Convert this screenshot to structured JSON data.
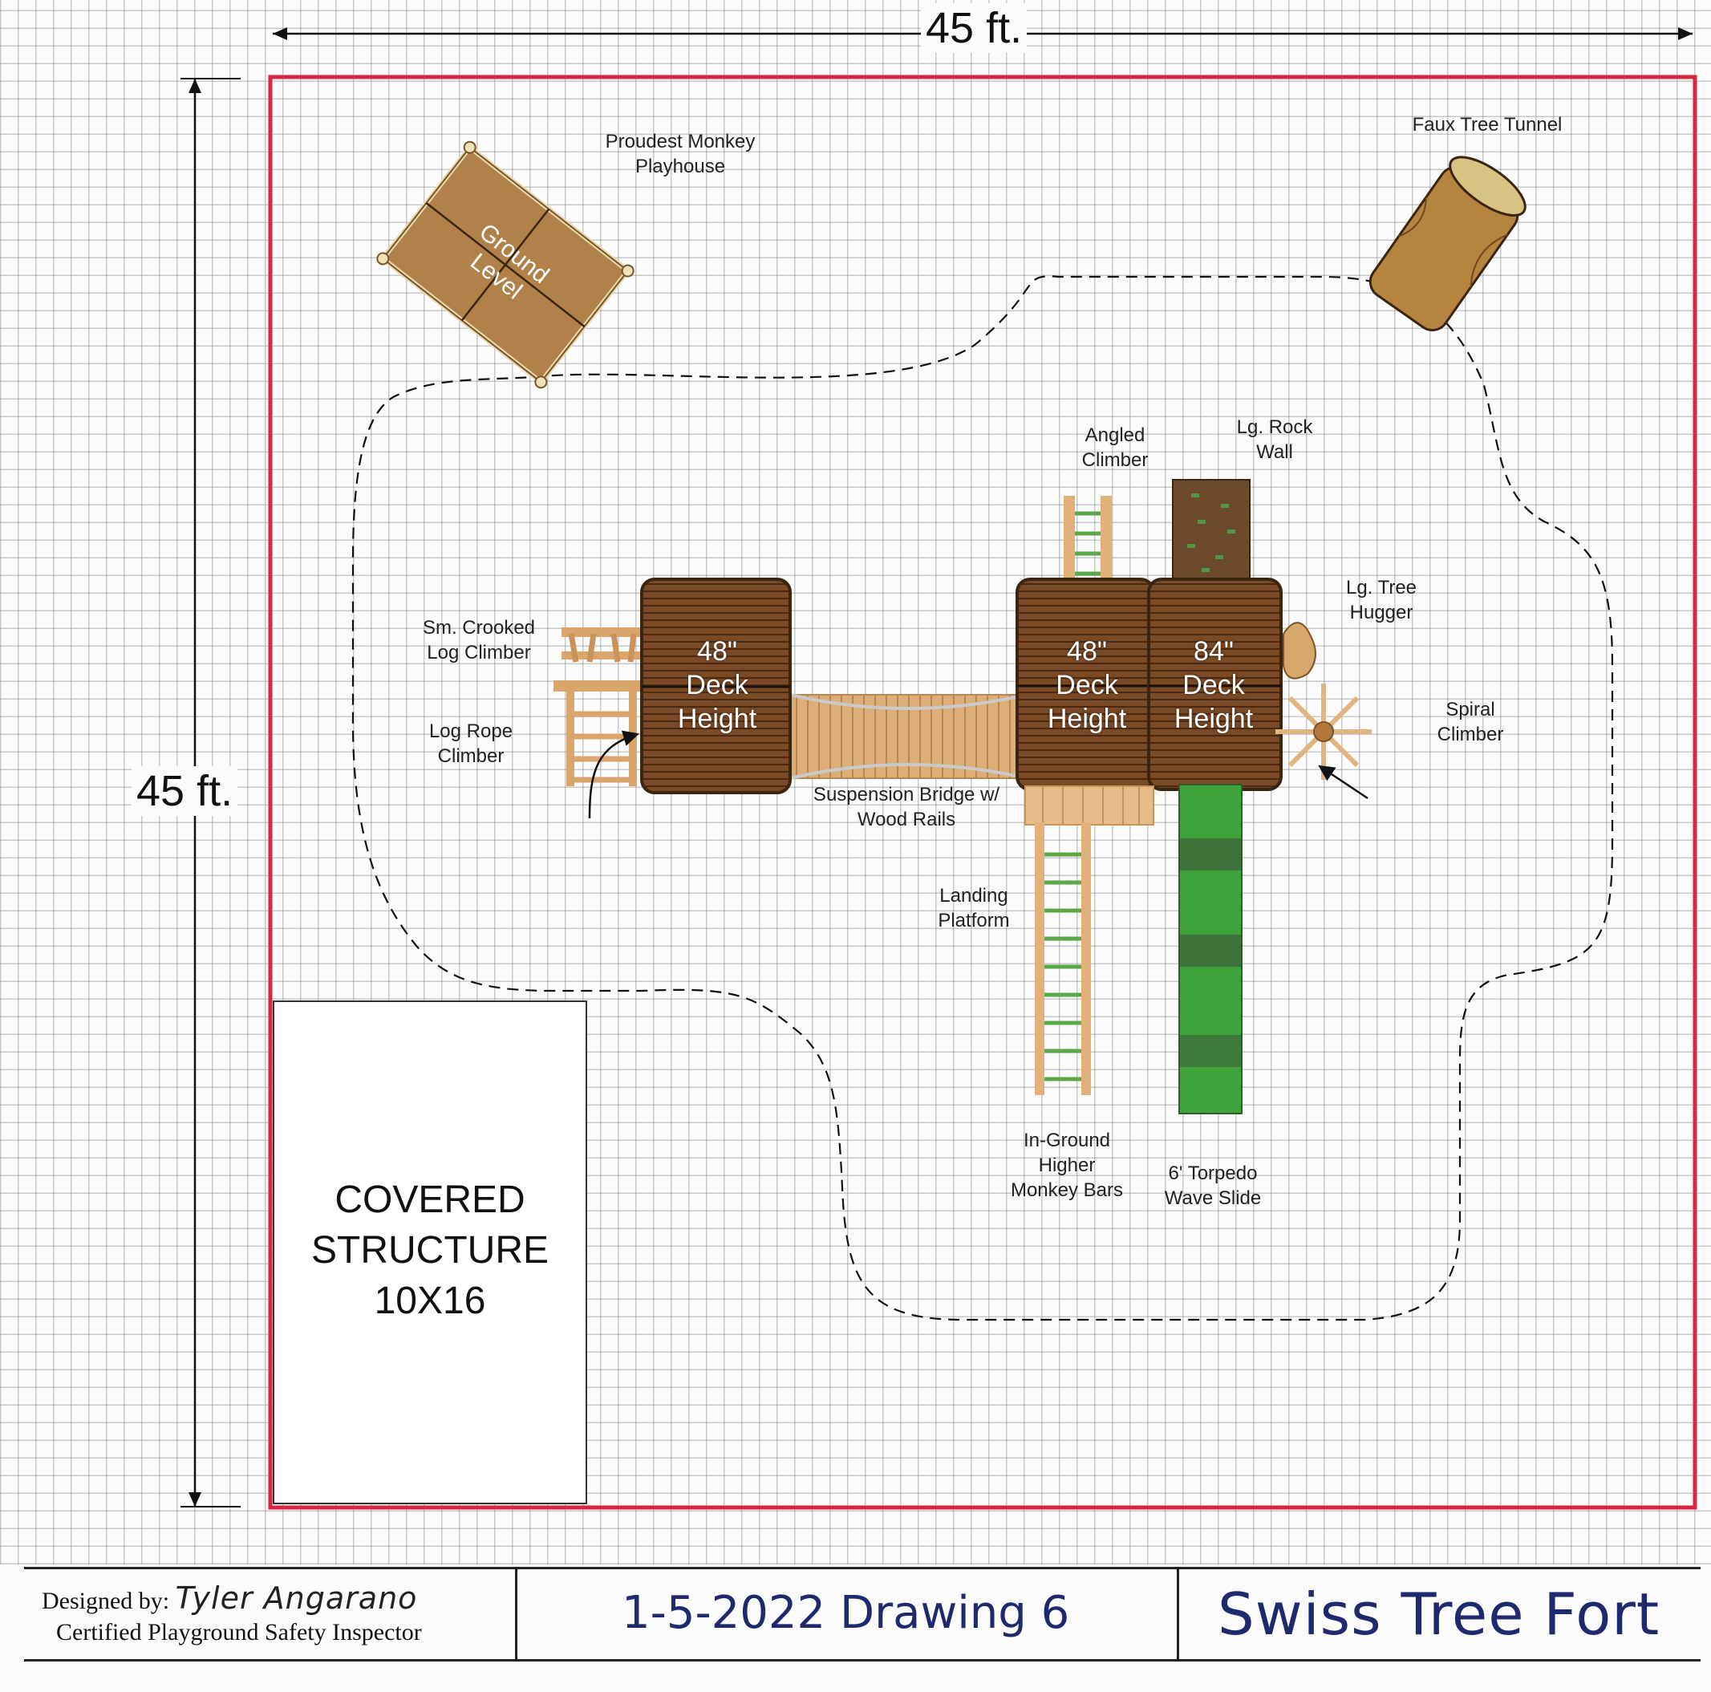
{
  "drawing": {
    "dimensions": {
      "width": "45 ft.",
      "height": "45 ft."
    },
    "components": {
      "playhouse": {
        "label": "Proudest Monkey\nPlayhouse",
        "text": "Ground\nLevel"
      },
      "tunnel": {
        "label": "Faux Tree Tunnel"
      },
      "angled_climber": {
        "label": "Angled\nClimber"
      },
      "rock_wall": {
        "label": "Lg. Rock\nWall"
      },
      "tree_hugger": {
        "label": "Lg. Tree\nHugger"
      },
      "spiral_climber": {
        "label": "Spiral\nClimber"
      },
      "crooked_log": {
        "label": "Sm. Crooked\nLog Climber"
      },
      "log_rope": {
        "label": "Log Rope\nClimber"
      },
      "bridge": {
        "label": "Suspension Bridge w/\nWood Rails"
      },
      "landing": {
        "label": "Landing\nPlatform"
      },
      "monkey_bars": {
        "label": "In-Ground\nHigher\nMonkey Bars"
      },
      "slide": {
        "label": "6' Torpedo\nWave Slide"
      }
    },
    "decks": [
      {
        "text": "48\"\nDeck\nHeight"
      },
      {
        "text": "48\"\nDeck\nHeight"
      },
      {
        "text": "84\"\nDeck\nHeight"
      }
    ],
    "covered_structure": {
      "text": "COVERED\nSTRUCTURE\n10X16"
    },
    "colors": {
      "boundary": "#d7263d",
      "wood_dark": "#6b3f1f",
      "wood_light": "#d9a56b",
      "slide_green": "#3ea33a",
      "title_blue": "#1f2a6e"
    }
  },
  "title_block": {
    "designed_by_label": "Designed by:",
    "designer_name": "Tyler Angarano",
    "designer_title": "Certified Playground Safety Inspector",
    "date_drawing": "1-5-2022 Drawing 6",
    "project_name": "Swiss Tree Fort"
  }
}
